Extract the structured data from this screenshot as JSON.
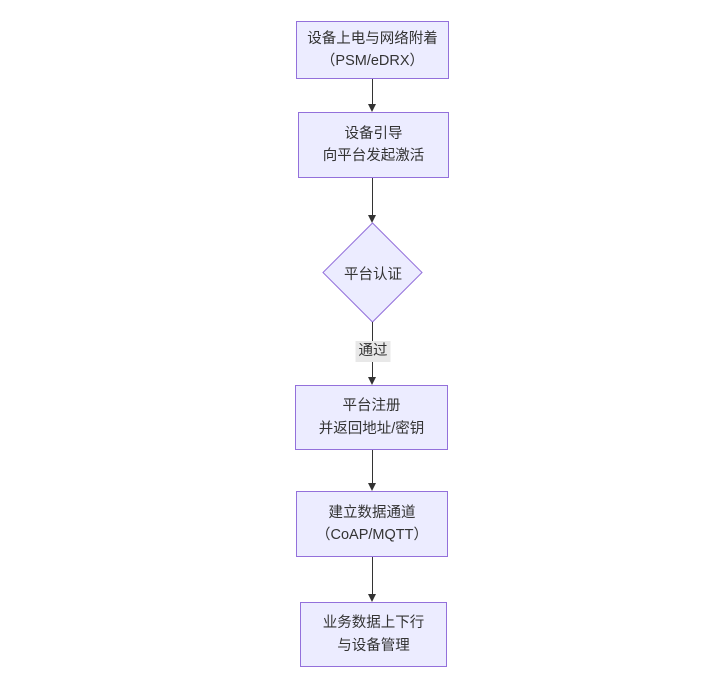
{
  "diagram": {
    "type": "flowchart-vertical",
    "nodes": [
      {
        "id": "A",
        "shape": "rect",
        "lines": [
          "设备上电与网络附着",
          "（PSM/eDRX）"
        ]
      },
      {
        "id": "B",
        "shape": "rect",
        "lines": [
          "设备引导",
          "向平台发起激活"
        ]
      },
      {
        "id": "C",
        "shape": "diamond",
        "lines": [
          "平台认证"
        ]
      },
      {
        "id": "D",
        "shape": "rect",
        "lines": [
          "平台注册",
          "并返回地址/密钥"
        ]
      },
      {
        "id": "E",
        "shape": "rect",
        "lines": [
          "建立数据通道",
          "（CoAP/MQTT）"
        ]
      },
      {
        "id": "F",
        "shape": "rect",
        "lines": [
          "业务数据上下行",
          "与设备管理"
        ]
      }
    ],
    "edges": [
      {
        "from": "A",
        "to": "B",
        "label": ""
      },
      {
        "from": "B",
        "to": "C",
        "label": ""
      },
      {
        "from": "C",
        "to": "D",
        "label": "通过"
      },
      {
        "from": "D",
        "to": "E",
        "label": ""
      },
      {
        "from": "E",
        "to": "F",
        "label": ""
      }
    ],
    "colors": {
      "node_fill": "#ECECFF",
      "node_border": "#9370DB",
      "edge_color": "#333333",
      "text_color": "#333333",
      "edge_label_bg": "#e8e8e8",
      "background": "#ffffff"
    }
  }
}
